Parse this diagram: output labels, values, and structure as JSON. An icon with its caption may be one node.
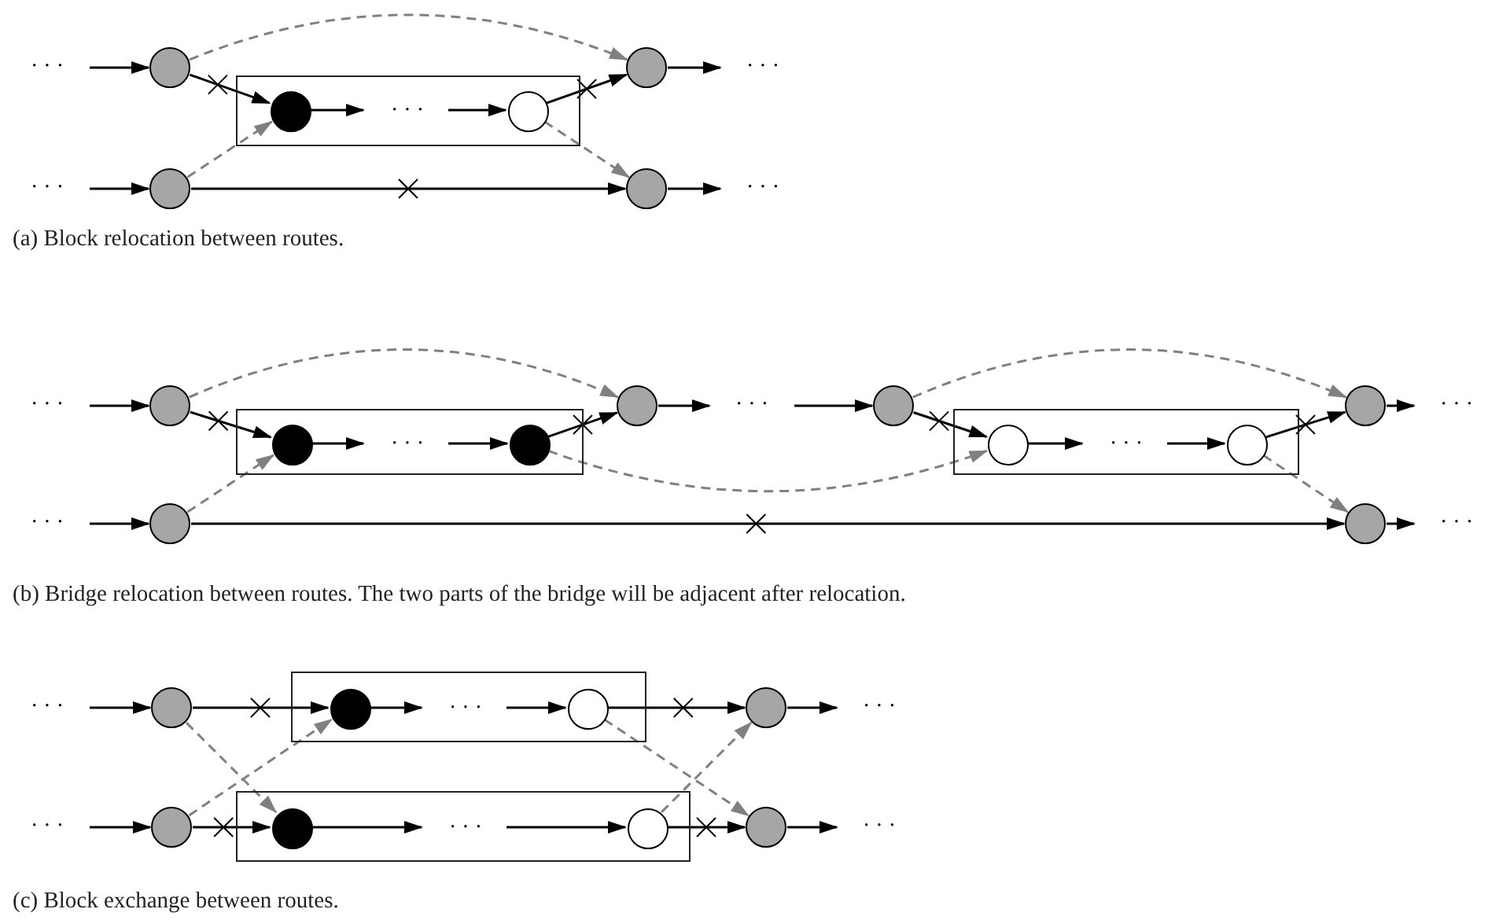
{
  "diagram": {
    "nodes": [
      {
        "text": [
          "· · ·"
        ]
      },
      {
        "text": [],
        "shape": "circle"
      },
      {
        "text": [],
        "shape": "box"
      },
      {
        "text": [],
        "shape": "circle",
        "in": 2
      },
      {
        "text": [
          "· · ·"
        ],
        "in": 2
      },
      {
        "text": [],
        "shape": "circle",
        "in": 2
      },
      {
        "text": [],
        "shape": "circle"
      },
      {
        "text": [
          "· · ·"
        ]
      },
      {
        "text": [
          "· · ·"
        ]
      },
      {
        "text": [],
        "shape": "circle"
      },
      {
        "text": [],
        "shape": "circle"
      },
      {
        "text": [
          "· · ·"
        ]
      },
      {
        "text": [
          "· · ·"
        ]
      },
      {
        "text": [],
        "shape": "circle"
      },
      {
        "text": [],
        "shape": "box"
      },
      {
        "text": [],
        "shape": "circle",
        "in": 14
      },
      {
        "text": [
          "· · ·"
        ],
        "in": 14
      },
      {
        "text": [],
        "shape": "circle",
        "in": 14
      },
      {
        "text": [],
        "shape": "circle"
      },
      {
        "text": [
          "· · ·"
        ]
      },
      {
        "text": [],
        "shape": "circle"
      },
      {
        "text": [],
        "shape": "box"
      },
      {
        "text": [],
        "shape": "circle",
        "in": 21
      },
      {
        "text": [
          "· · ·"
        ],
        "in": 21
      },
      {
        "text": [],
        "shape": "circle",
        "in": 21
      },
      {
        "text": [],
        "shape": "circle"
      },
      {
        "text": [
          "· · ·"
        ]
      },
      {
        "text": [
          "· · ·"
        ]
      },
      {
        "text": [],
        "shape": "circle"
      },
      {
        "text": [],
        "shape": "circle"
      },
      {
        "text": [
          "· · ·"
        ]
      },
      {
        "text": [
          "· · ·"
        ]
      },
      {
        "text": [],
        "shape": "circle"
      },
      {
        "text": [],
        "shape": "box"
      },
      {
        "text": [],
        "shape": "circle",
        "in": 33
      },
      {
        "text": [
          "· · ·"
        ],
        "in": 33
      },
      {
        "text": [],
        "shape": "circle",
        "in": 33
      },
      {
        "text": [],
        "shape": "circle"
      },
      {
        "text": [
          "· · ·"
        ]
      },
      {
        "text": [
          "· · ·"
        ]
      },
      {
        "text": [],
        "shape": "circle"
      },
      {
        "text": [],
        "shape": "box"
      },
      {
        "text": [],
        "shape": "circle",
        "in": 41
      },
      {
        "text": [
          "· · ·"
        ],
        "in": 41
      },
      {
        "text": [],
        "shape": "circle",
        "in": 41
      },
      {
        "text": [],
        "shape": "circle"
      },
      {
        "text": [
          "· · ·"
        ]
      }
    ],
    "edges": [
      {
        "from": 0,
        "to": 1,
        "arrow": "to"
      },
      {
        "from": 1,
        "to": 3,
        "arrow": "to"
      },
      {
        "from": 3,
        "to": 4,
        "arrow": "to"
      },
      {
        "from": 4,
        "to": 5,
        "arrow": "to"
      },
      {
        "from": 5,
        "to": 6,
        "arrow": "to"
      },
      {
        "from": 6,
        "to": 7,
        "arrow": "to"
      },
      {
        "from": 8,
        "to": 9,
        "arrow": "to"
      },
      {
        "from": 9,
        "to": 10,
        "arrow": "to"
      },
      {
        "from": 10,
        "to": 11,
        "arrow": "to"
      },
      {
        "from": 1,
        "to": 6,
        "arrow": "to",
        "style": "dashed",
        "color": "#808080"
      },
      {
        "from": 9,
        "to": 3,
        "arrow": "to",
        "style": "dashed",
        "color": "#808080"
      },
      {
        "from": 5,
        "to": 10,
        "arrow": "to",
        "style": "dashed",
        "color": "#808080"
      },
      {
        "from": 12,
        "to": 13,
        "arrow": "to"
      },
      {
        "from": 13,
        "to": 15,
        "arrow": "to"
      },
      {
        "from": 15,
        "to": 16,
        "arrow": "to"
      },
      {
        "from": 16,
        "to": 17,
        "arrow": "to"
      },
      {
        "from": 17,
        "to": 18,
        "arrow": "to"
      },
      {
        "from": 18,
        "to": 19,
        "arrow": "to"
      },
      {
        "from": 19,
        "to": 20,
        "arrow": "to"
      },
      {
        "from": 20,
        "to": 22,
        "arrow": "to"
      },
      {
        "from": 22,
        "to": 23,
        "arrow": "to"
      },
      {
        "from": 23,
        "to": 24,
        "arrow": "to"
      },
      {
        "from": 24,
        "to": 25,
        "arrow": "to"
      },
      {
        "from": 25,
        "to": 26,
        "arrow": "to"
      },
      {
        "from": 27,
        "to": 28,
        "arrow": "to"
      },
      {
        "from": 28,
        "to": 29,
        "arrow": "to"
      },
      {
        "from": 29,
        "to": 30,
        "arrow": "to"
      },
      {
        "from": 13,
        "to": 18,
        "arrow": "to",
        "style": "dashed",
        "color": "#808080"
      },
      {
        "from": 28,
        "to": 15,
        "arrow": "to",
        "style": "dashed",
        "color": "#808080"
      },
      {
        "from": 17,
        "to": 22,
        "arrow": "to",
        "style": "dashed",
        "color": "#808080"
      },
      {
        "from": 20,
        "to": 25,
        "arrow": "to",
        "style": "dashed",
        "color": "#808080"
      },
      {
        "from": 24,
        "to": 29,
        "arrow": "to",
        "style": "dashed",
        "color": "#808080"
      },
      {
        "from": 31,
        "to": 32,
        "arrow": "to"
      },
      {
        "from": 32,
        "to": 34,
        "arrow": "to"
      },
      {
        "from": 34,
        "to": 35,
        "arrow": "to"
      },
      {
        "from": 35,
        "to": 36,
        "arrow": "to"
      },
      {
        "from": 36,
        "to": 37,
        "arrow": "to"
      },
      {
        "from": 37,
        "to": 38,
        "arrow": "to"
      },
      {
        "from": 39,
        "to": 40,
        "arrow": "to"
      },
      {
        "from": 40,
        "to": 42,
        "arrow": "to"
      },
      {
        "from": 42,
        "to": 43,
        "arrow": "to"
      },
      {
        "from": 43,
        "to": 44,
        "arrow": "to"
      },
      {
        "from": 44,
        "to": 45,
        "arrow": "to"
      },
      {
        "from": 45,
        "to": 46,
        "arrow": "to"
      },
      {
        "from": 32,
        "to": 42,
        "arrow": "to",
        "style": "dashed",
        "color": "#808080"
      },
      {
        "from": 40,
        "to": 34,
        "arrow": "to",
        "style": "dashed",
        "color": "#808080"
      },
      {
        "from": 36,
        "to": 45,
        "arrow": "to",
        "style": "dashed",
        "color": "#808080"
      },
      {
        "from": 44,
        "to": 37,
        "arrow": "to",
        "style": "dashed",
        "color": "#808080"
      }
    ],
    "labels": [
      "(a) Block relocation between routes.",
      "(b) Bridge relocation between routes. The two parts of the bridge will be adjacent after relocation.",
      "(c) Block exchange between routes."
    ]
  }
}
